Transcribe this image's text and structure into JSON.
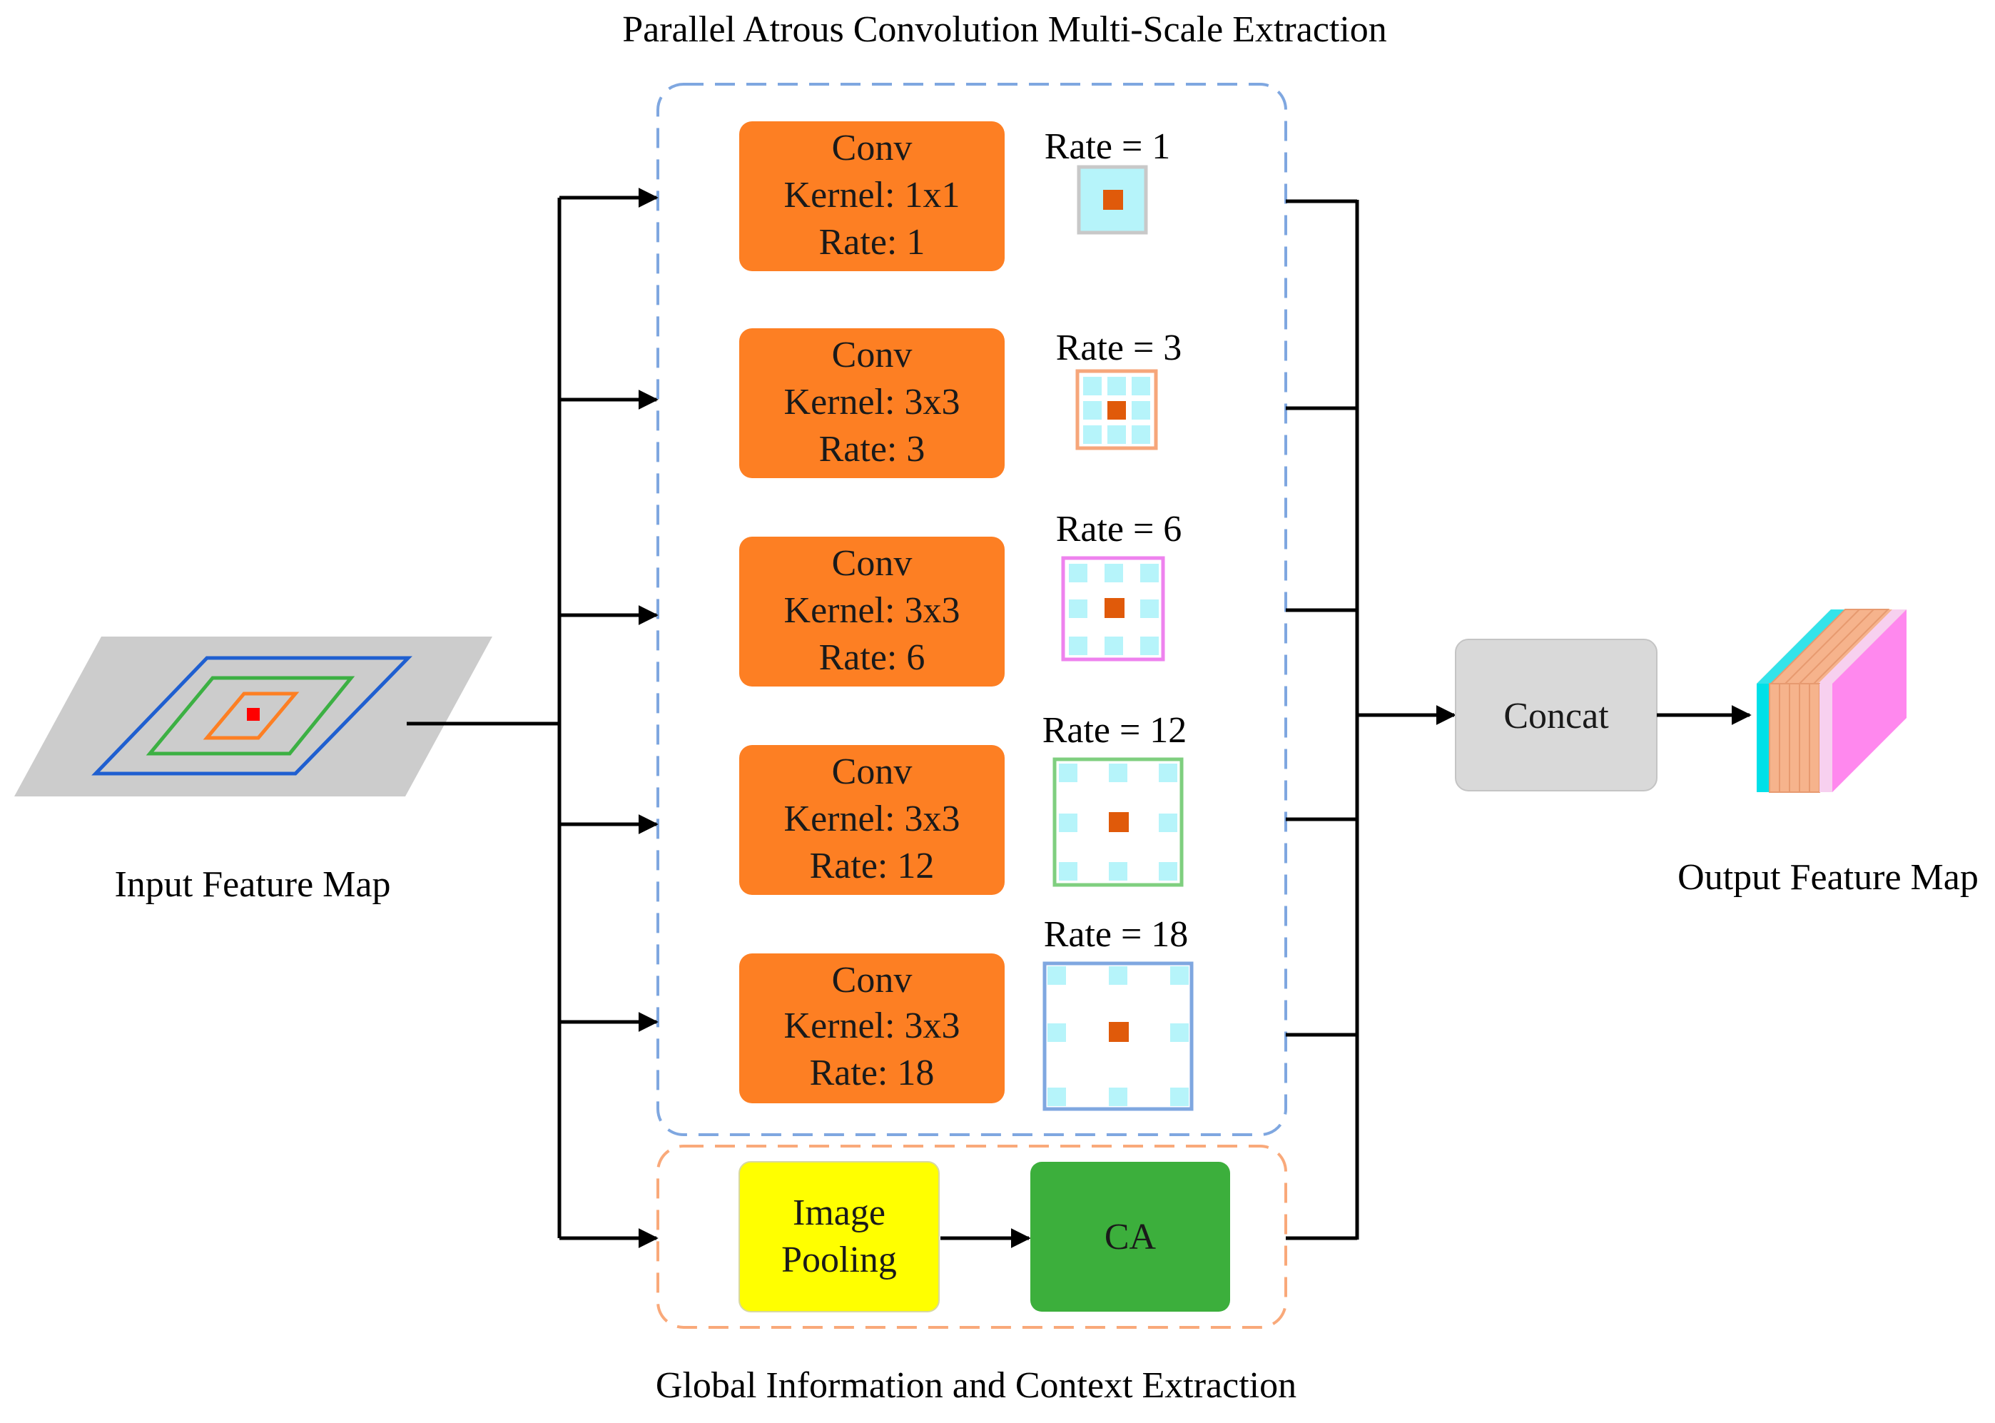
{
  "titles": {
    "aspp": "Parallel Atrous Convolution Multi-Scale Extraction",
    "global": "Global Information and Context Extraction"
  },
  "input_label": "Input Feature Map",
  "output_label": "Output Feature Map",
  "concat_label": "Concat",
  "branches": [
    {
      "line1": "Conv",
      "line2": "Kernel: 1x1",
      "line3": "Rate: 1",
      "rate_label": "Rate = 1"
    },
    {
      "line1": "Conv",
      "line2": "Kernel: 3x3",
      "line3": "Rate: 3",
      "rate_label": "Rate = 3"
    },
    {
      "line1": "Conv",
      "line2": "Kernel: 3x3",
      "line3": "Rate: 6",
      "rate_label": "Rate = 6"
    },
    {
      "line1": "Conv",
      "line2": "Kernel: 3x3",
      "line3": "Rate: 12",
      "rate_label": "Rate = 12"
    },
    {
      "line1": "Conv",
      "line2": "Kernel: 3x3",
      "line3": "Rate: 18",
      "rate_label": "Rate = 18"
    }
  ],
  "pooling": {
    "line1": "Image",
    "line2": "Pooling"
  },
  "ca_label": "CA",
  "colors": {
    "conv_box": "#fd7f23",
    "pooling_box": "#ffff00",
    "ca_box": "#3caf3c",
    "concat_box": "#d9d9d9",
    "aspp_border": "#7fa7e0",
    "global_border": "#f9a97a",
    "kernel_center": "#e05a0a",
    "kernel_cell": "#b6f4fa",
    "rate1_border": "#c8c8c8",
    "rate3_border": "#f6a67a",
    "rate6_border": "#ee82ee",
    "rate12_border": "#7fcf7f",
    "rate18_border": "#7fa7e0"
  }
}
